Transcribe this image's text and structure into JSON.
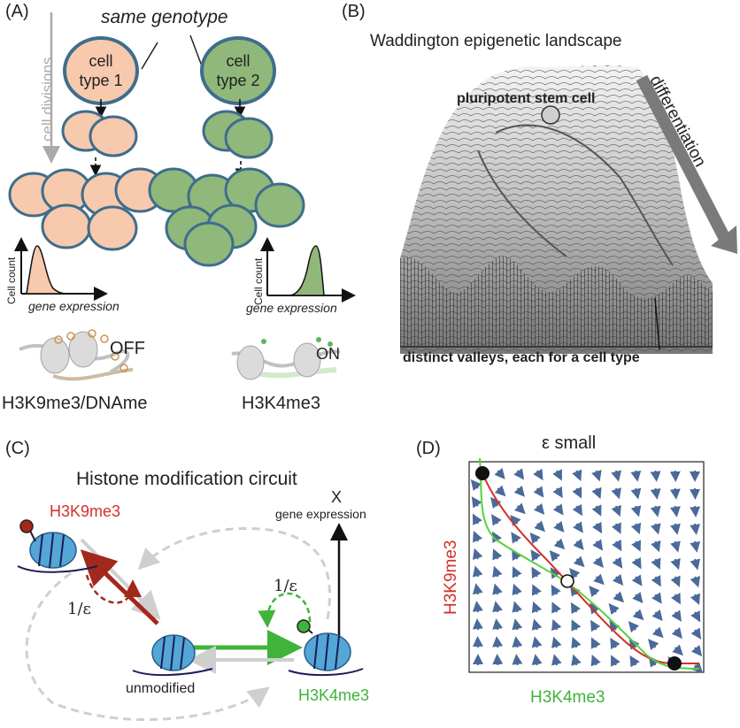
{
  "colors": {
    "peach": "#f7c9ad",
    "green": "#8fb87a",
    "blue_ring": "#3f6d8c",
    "red": "#c0281c",
    "light_green": "#58c24a",
    "gray_arrow": "#c9c9c9",
    "quiver": "#4a6a9a"
  },
  "panel_a": {
    "label": "(A)",
    "same_genotype": "same genotype",
    "cell_divisions": "cell divisions",
    "cell_type_1": [
      "cell",
      "type 1"
    ],
    "cell_type_2": [
      "cell",
      "type 2"
    ],
    "cell_count_1": "Cell count",
    "gene_expression_1": "gene expression",
    "cell_count_2": "Cell count",
    "gene_expression_2": "gene expression",
    "off": "OFF",
    "on": "ON",
    "mark_left": "H3K9me3/DNAme",
    "mark_right": "H3K4me3"
  },
  "panel_b": {
    "label": "(B)",
    "title": "Waddington epigenetic landscape",
    "stem_cell": "pluripotent stem cell",
    "differentiation": "differentiation",
    "valleys": "distinct valleys, each for a cell type"
  },
  "panel_c": {
    "label": "(C)",
    "title": "Histone modification circuit",
    "x": "X",
    "gene_expression": "gene expression",
    "h3k9": "H3K9me3",
    "h3k4": "H3K4me3",
    "unmodified": "unmodified",
    "rate_left": "1/ε",
    "rate_right": "1/ε"
  },
  "panel_d": {
    "label": "(D)",
    "title": "ε small",
    "ylabel": "H3K9me3",
    "xlabel": "H3K4me3"
  }
}
